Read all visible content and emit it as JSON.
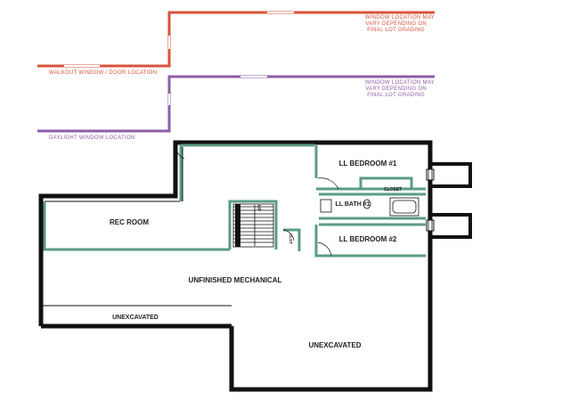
{
  "colors": {
    "walkout": "#d9533b",
    "daylight": "#8e5ea6",
    "wall": "#111111",
    "partition": "#5b9c82"
  },
  "legend": {
    "walkout_note_line1": "WINDOW LOCATION MAY",
    "walkout_note_line2": "VARY DEPENDING ON",
    "walkout_note_line3": "FINAL LOT GRADING",
    "walkout_label": "WALKOUT WINDOW / DOOR LOCATION",
    "daylight_note_line1": "WINDOW LOCATION MAY",
    "daylight_note_line2": "VARY DEPENDING ON",
    "daylight_note_line3": "FINAL LOT GRADING",
    "daylight_label": "DAYLIGHT WINDOW LOCATION"
  },
  "rooms": {
    "bedroom1": "LL BEDROOM #1",
    "closet": "CLOSET",
    "bath1": "LL BATH #1",
    "bedroom2": "LL BEDROOM #2",
    "rec_room": "REC ROOM",
    "up": "UP",
    "closet_small": "CLST",
    "unfinished_mechanical": "UNFINISHED MECHANICAL",
    "unexcavated_left": "UNEXCAVATED",
    "unexcavated_right": "UNEXCAVATED"
  }
}
